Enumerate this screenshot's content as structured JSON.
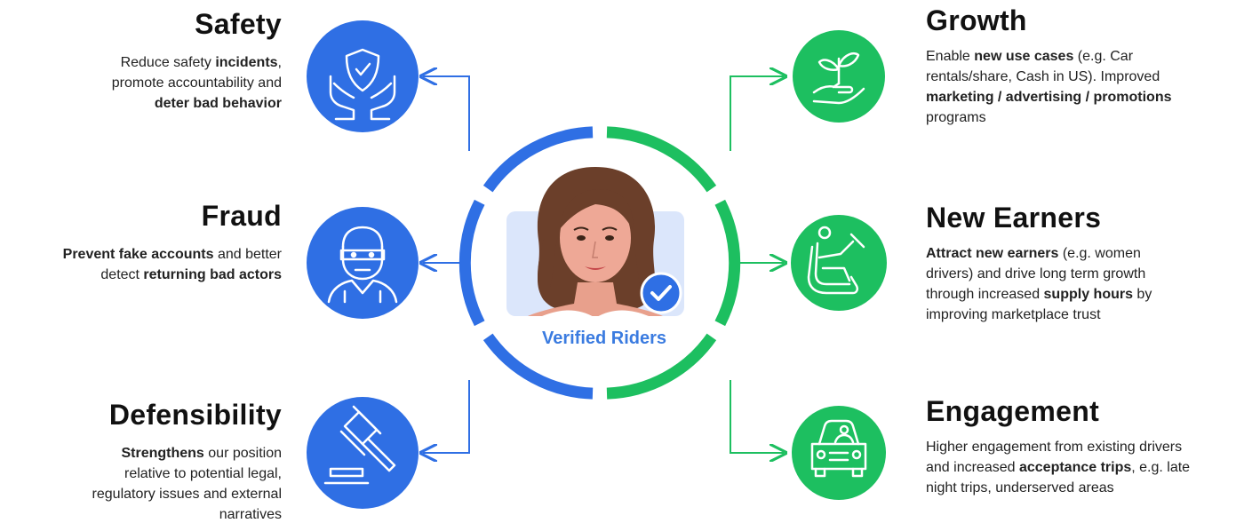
{
  "hub": {
    "label": "Verified Riders",
    "ring_colors": {
      "left": "#2f6fe4",
      "right": "#1dbf60"
    },
    "avatar_icon": "woman-avatar-icon",
    "badge_icon": "check-badge-icon"
  },
  "left": [
    {
      "title": "Safety",
      "icon": "shield-hands-icon",
      "color": "#2f6fe4",
      "desc": [
        [
          {
            "t": "Reduce safety "
          },
          {
            "t": "incidents",
            "b": true
          },
          {
            "t": ","
          }
        ],
        [
          {
            "t": "promote accountability and"
          }
        ],
        [
          {
            "t": "deter bad behavior",
            "b": true
          }
        ]
      ]
    },
    {
      "title": "Fraud",
      "icon": "masked-person-icon",
      "color": "#2f6fe4",
      "desc": [
        [
          {
            "t": "Prevent fake accounts",
            "b": true
          },
          {
            "t": " and better"
          }
        ],
        [
          {
            "t": "detect "
          },
          {
            "t": "returning bad actors",
            "b": true
          }
        ]
      ]
    },
    {
      "title": "Defensibility",
      "icon": "gavel-icon",
      "color": "#2f6fe4",
      "desc": [
        [
          {
            "t": "Strengthens",
            "b": true
          },
          {
            "t": " our position"
          }
        ],
        [
          {
            "t": "relative to potential legal,"
          }
        ],
        [
          {
            "t": "regulatory issues and external"
          }
        ],
        [
          {
            "t": "narratives"
          }
        ]
      ]
    }
  ],
  "right": [
    {
      "title": "Growth",
      "icon": "plant-in-hand-icon",
      "color": "#1dbf60",
      "desc": [
        [
          {
            "t": "Enable "
          },
          {
            "t": "new use cases",
            "b": true
          },
          {
            "t": " (e.g. Car"
          }
        ],
        [
          {
            "t": "rentals/share, Cash in US). Improved"
          }
        ],
        [
          {
            "t": "marketing / advertising / promotions",
            "b": true
          }
        ],
        [
          {
            "t": "programs"
          }
        ]
      ]
    },
    {
      "title": "New Earners",
      "icon": "driver-seat-icon",
      "color": "#1dbf60",
      "desc": [
        [
          {
            "t": "Attract new earners",
            "b": true
          },
          {
            "t": " (e.g. women"
          }
        ],
        [
          {
            "t": "drivers) and drive long term growth"
          }
        ],
        [
          {
            "t": "through increased "
          },
          {
            "t": "supply hours",
            "b": true
          },
          {
            "t": " by"
          }
        ],
        [
          {
            "t": "improving marketplace trust"
          }
        ]
      ]
    },
    {
      "title": "Engagement",
      "icon": "car-driver-icon",
      "color": "#1dbf60",
      "desc": [
        [
          {
            "t": "Higher engagement from existing drivers"
          }
        ],
        [
          {
            "t": "and increased "
          },
          {
            "t": "acceptance trips",
            "b": true
          },
          {
            "t": ", e.g. late"
          }
        ],
        [
          {
            "t": "night trips, underserved areas"
          }
        ]
      ]
    }
  ]
}
